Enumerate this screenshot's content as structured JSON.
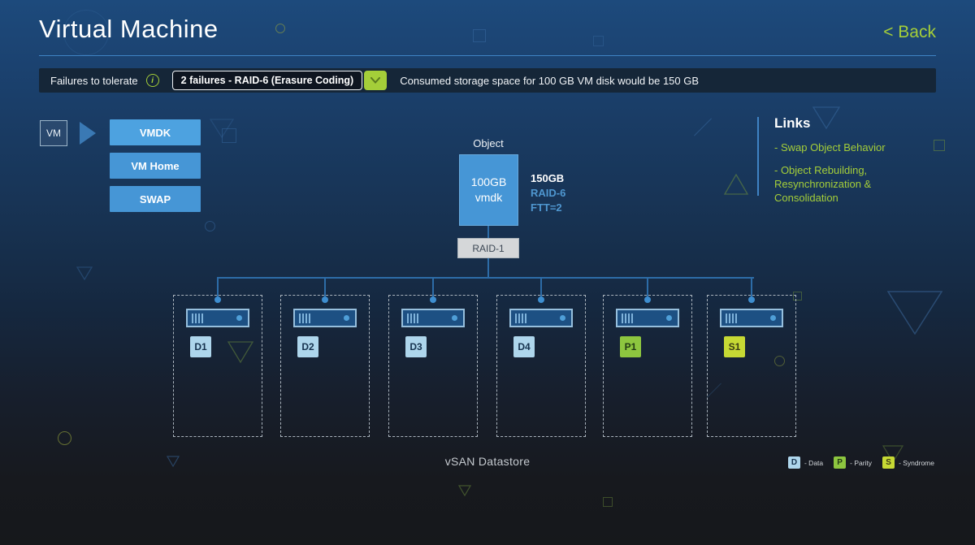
{
  "header": {
    "title": "Virtual Machine",
    "back_label": "< Back"
  },
  "filter_bar": {
    "label": "Failures to tolerate",
    "info_glyph": "i",
    "dropdown_value": "2 failures - RAID-6 (Erasure Coding)",
    "consumed_text": "Consumed storage space for 100 GB VM disk would be 150 GB"
  },
  "vm_panel": {
    "vm_label": "VM",
    "buttons": [
      {
        "label": "VMDK"
      },
      {
        "label": "VM Home"
      },
      {
        "label": "SWAP"
      }
    ]
  },
  "object_panel": {
    "object_label": "Object",
    "box_line1": "100GB",
    "box_line2": "vmdk",
    "specs": {
      "size": "150GB",
      "raid": "RAID-6",
      "ftt": "FTT=2"
    },
    "raid_label": "RAID-1"
  },
  "datastore": {
    "label": "vSAN Datastore",
    "nodes": [
      {
        "label": "D1",
        "type": "data"
      },
      {
        "label": "D2",
        "type": "data"
      },
      {
        "label": "D3",
        "type": "data"
      },
      {
        "label": "D4",
        "type": "data"
      },
      {
        "label": "P1",
        "type": "parity"
      },
      {
        "label": "S1",
        "type": "syndrome"
      }
    ]
  },
  "legend": {
    "items": [
      {
        "letter": "D",
        "label": "- Data",
        "type": "data"
      },
      {
        "letter": "P",
        "label": "- Parity",
        "type": "parity"
      },
      {
        "letter": "S",
        "label": "- Syndrome",
        "type": "syndrome"
      }
    ]
  },
  "links_panel": {
    "title": "Links",
    "links": [
      {
        "label": "- Swap Object Behavior"
      },
      {
        "label": "- Object Rebuilding, Resynchronization & Consolidation"
      }
    ]
  },
  "colors": {
    "accent_green": "#a4ce39",
    "button_blue": "#4696d6",
    "data_badge": "#aed6ec",
    "parity_badge": "#8dc63f",
    "syndrome_badge": "#c6d934",
    "connector_blue": "#2d6ca7"
  }
}
